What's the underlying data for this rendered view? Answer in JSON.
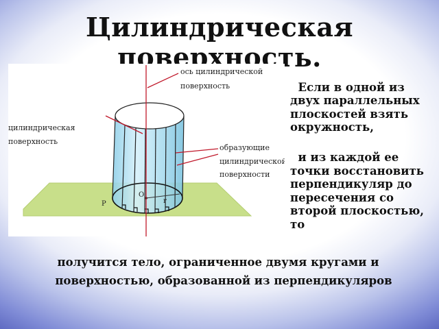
{
  "slide": {
    "title_line1": "Цилиндрическая",
    "title_line2": "поверхность."
  },
  "figure": {
    "label_axis_line1": "ось цилиндрической",
    "label_axis_line2": "поверхность",
    "label_surface_line1": "цилиндрическая",
    "label_surface_line2": "поверхность",
    "label_generators_line1": "образующие",
    "label_generators_line2": "цилиндрической",
    "label_generators_line3": "поверхности",
    "label_plane": "P",
    "label_center": "O",
    "label_radius": "r"
  },
  "text": {
    "para1": "  Если в одной из\nдвух параллельных\nплоскостей взять\nокружность,",
    "para2": "  и из каждой ее\nточки восстановить\nперпендикуляр до\nпересечения со\nвторой плоскостью,\nто",
    "conclusion_line1": "получится тело, ограниченное двумя кругами и",
    "conclusion_line2": "поверхностью, образованной из перпендикуляров"
  },
  "colors": {
    "plane": "#c8df8a",
    "cylinder": "#bfe3f3",
    "pointer_lines": "#c0182a"
  }
}
